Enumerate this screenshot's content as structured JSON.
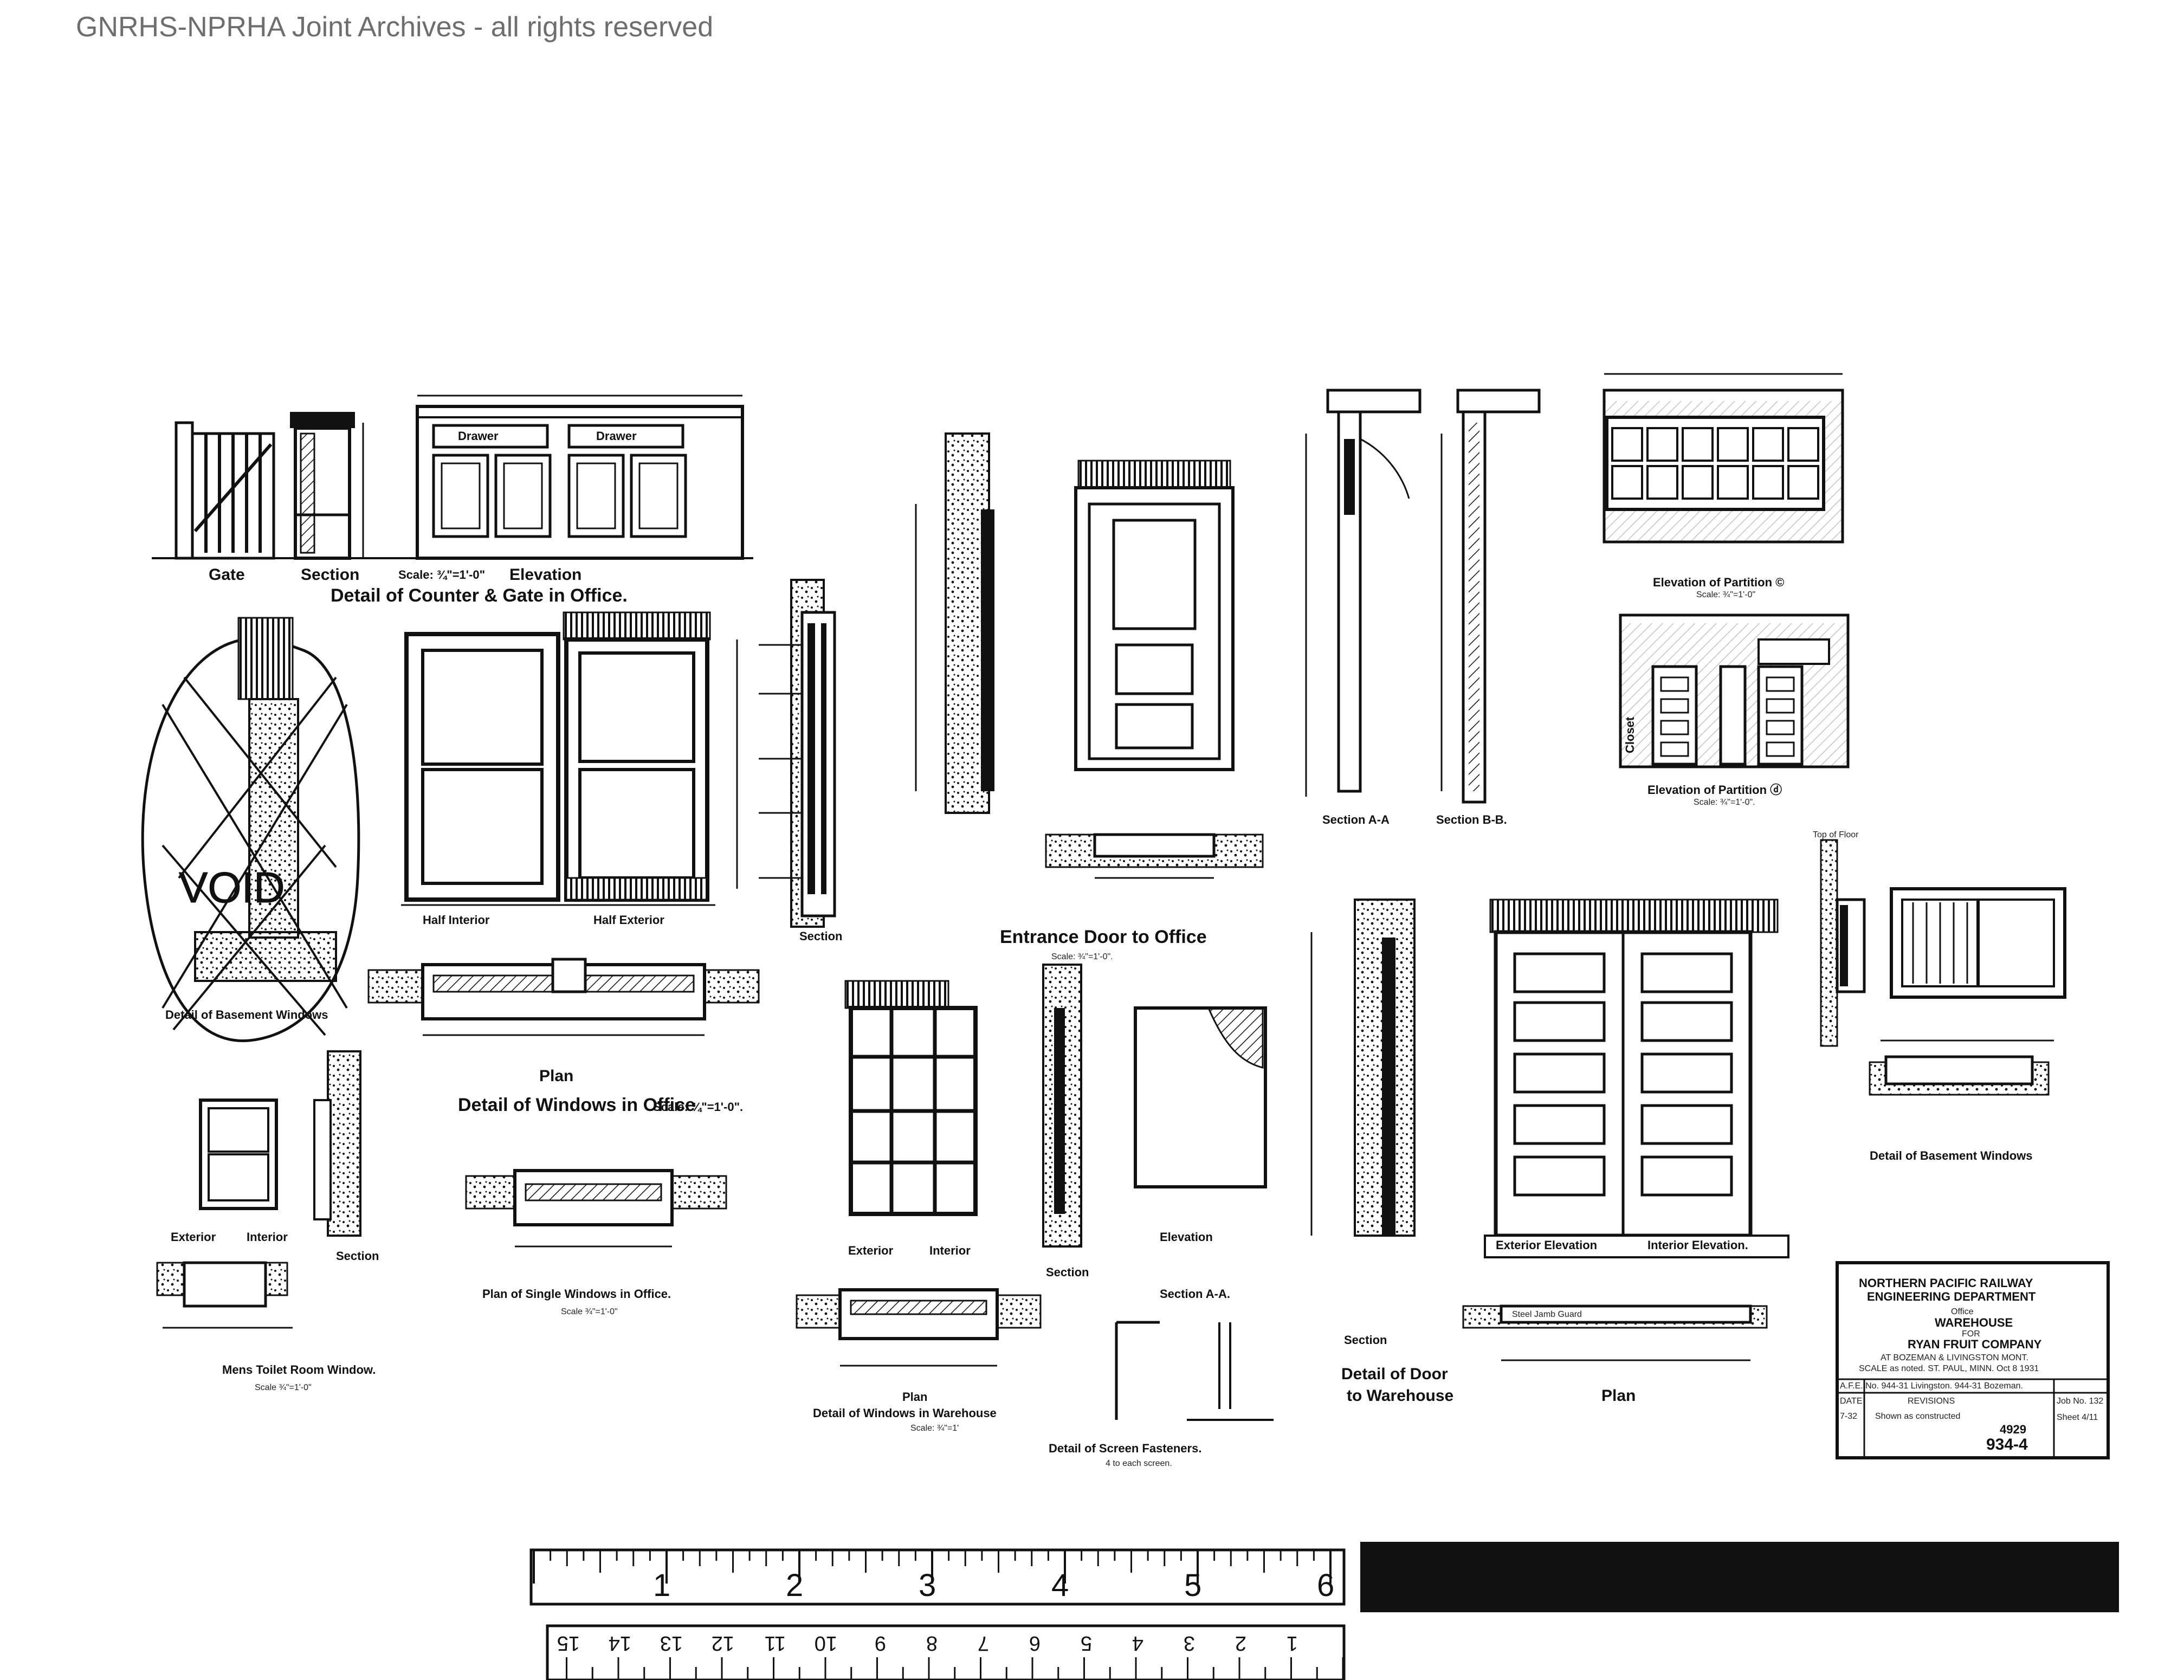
{
  "watermark": "GNRHS-NPRHA Joint Archives - all rights reserved",
  "labels": {
    "gate": "Gate",
    "section": "Section",
    "counter_scale": "Scale: ¾\"=1'-0\"",
    "elevation": "Elevation",
    "counter_title": "Detail of Counter & Gate in Office.",
    "drawer": "Drawer",
    "half_interior": "Half Interior",
    "half_exterior": "Half Exterior",
    "void": "VOID",
    "basement_windows_left": "Detail of Basement Windows",
    "plan": "Plan",
    "windows_office_title": "Detail of Windows in Office",
    "windows_office_scale": "Scale: ¾\"=1'-0\".",
    "exterior": "Exterior",
    "interior": "Interior",
    "single_windows": "Plan of Single Windows in Office.",
    "single_windows_scale": "Scale ¾\"=1'-0\"",
    "mens_toilet": "Mens Toilet Room Window.",
    "mens_toilet_scale": "Scale ¾\"=1'-0\"",
    "entrance_door": "Entrance Door to Office",
    "entrance_scale": "Scale: ¾\"=1'-0\".",
    "section_aa": "Section A-A",
    "section_bb": "Section B-B.",
    "partition_c": "Elevation of Partition ©",
    "partition_c_scale": "Scale: ¾\"=1'-0\"",
    "closet": "Closet",
    "partition_d": "Elevation of Partition ⓓ",
    "partition_d_scale": "Scale: ¾\"=1'-0\".",
    "windows_warehouse": "Detail of Windows in Warehouse",
    "windows_warehouse_scale": "Scale: ¾\"=1'",
    "section_aa2": "Section A-A.",
    "screen_fasteners": "Detail of Screen Fasteners.",
    "screen_fasteners_note": "4 to each screen.",
    "door_warehouse_1": "Detail of Door",
    "door_warehouse_2": "to Warehouse",
    "exterior_elevation": "Exterior Elevation",
    "interior_elevation": "Interior Elevation.",
    "basement_windows_right": "Detail of Basement Windows",
    "top_of_floor": "Top of Floor",
    "steel_jamb_guard": "Steel Jamb Guard"
  },
  "title_block": {
    "line1": "NORTHERN PACIFIC RAILWAY",
    "line2": "ENGINEERING DEPARTMENT",
    "line3": "Office",
    "line4": "WAREHOUSE",
    "for": "FOR",
    "client": "RYAN FRUIT COMPANY",
    "location": "AT BOZEMAN & LIVINGSTON MONT.",
    "scale_line": "SCALE as noted.  ST. PAUL, MINN. Oct 8 1931",
    "afe_line": "A.F.E. No. 944-31 Livingston. 944-31 Bozeman.",
    "date_col": "DATE",
    "revisions": "REVISIONS",
    "job_no": "Job No. 132",
    "sheet": "Sheet 4/11",
    "rev_date": "7-32",
    "rev_text": "Shown as constructed",
    "drawing_no": "4929",
    "drawing_no2": "934-4"
  },
  "ruler": {
    "inches": [
      "1",
      "2",
      "3",
      "4",
      "5",
      "6"
    ],
    "cm": [
      "1",
      "2",
      "3",
      "4",
      "5",
      "6",
      "7",
      "8",
      "9",
      "10",
      "11",
      "12",
      "13",
      "14",
      "15"
    ]
  },
  "colors": {
    "ink": "#111111",
    "paper": "#ffffff",
    "watermark": "#6e6e6e"
  }
}
